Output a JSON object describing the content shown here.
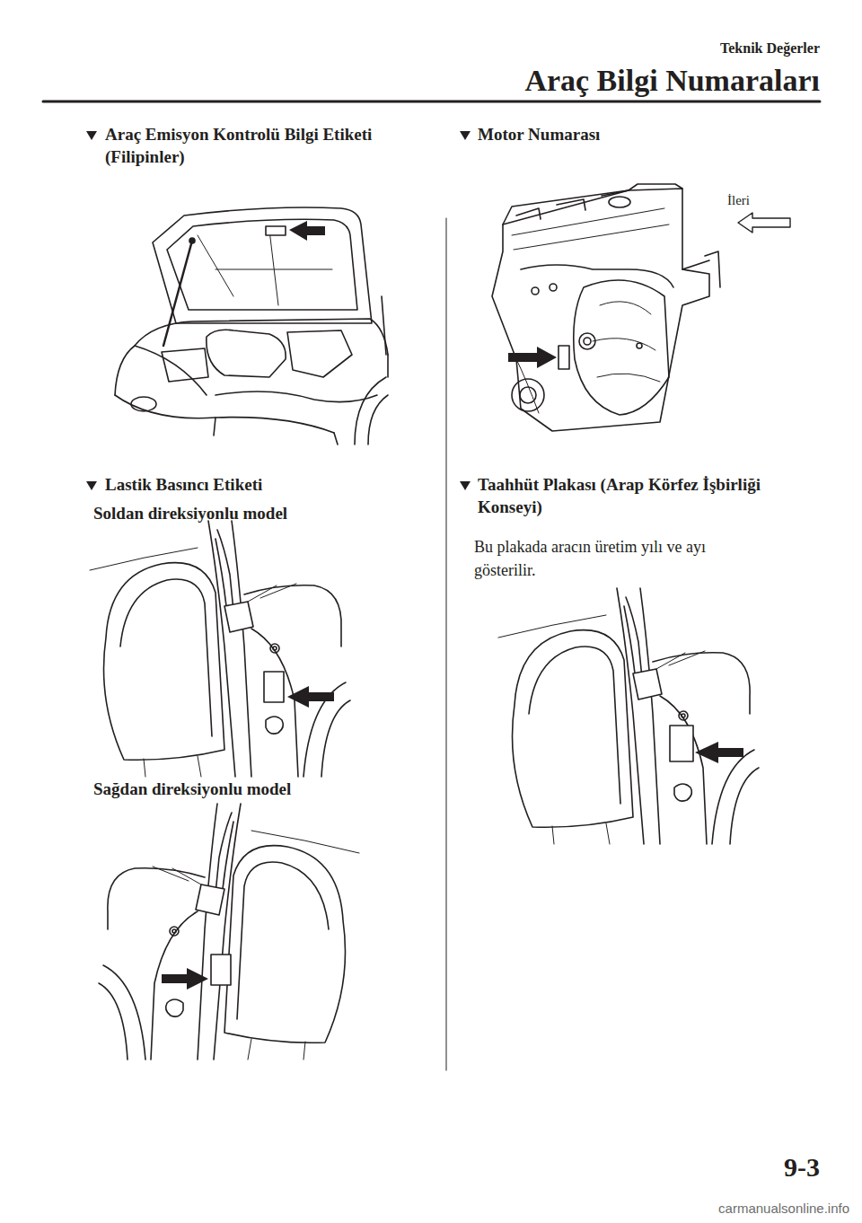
{
  "diagram": {
    "title": "Araç Bilgi Numaraları",
    "labels": [
      "Teknik Değerler",
      "Araç Emisyon Kontrolü Bilgi Etiketi (Filipinler)",
      "Lastik Basıncı Etiketi",
      "Soldan direksiyonlu model",
      "Sağdan direksiyonlu model",
      "Motor Numarası",
      "İleri",
      "Taahhüt Plakası (Arap Körfez İşbirliği Konseyi)",
      "Bu plakada aracın üretim yılı ve ayı gösterilir.",
      "9-3",
      "carmanualsonline.info"
    ]
  }
}
